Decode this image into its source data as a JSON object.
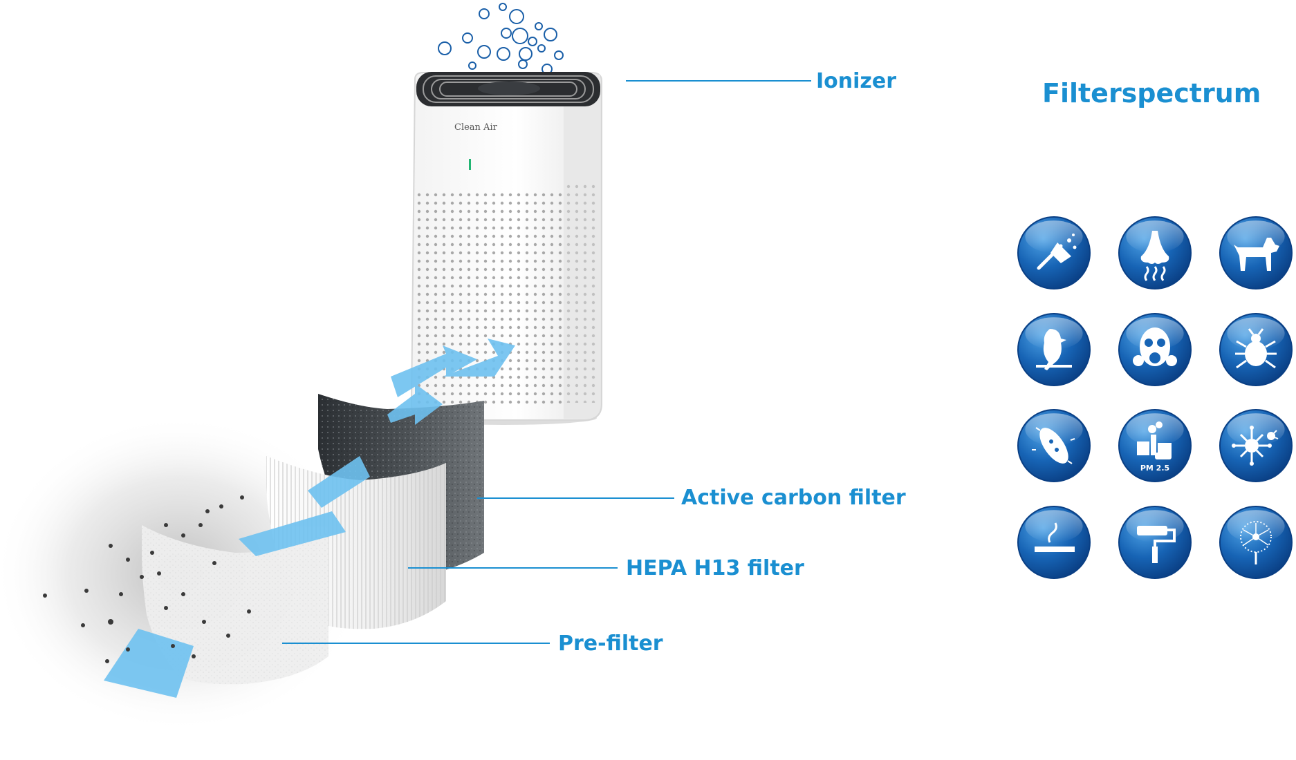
{
  "labels": {
    "ionizer": "Ionizer",
    "active_carbon": "Active carbon filter",
    "hepa": "HEPA H13 filter",
    "prefilter": "Pre-filter"
  },
  "heading": "Filterspectrum",
  "device": {
    "brand": "Clean Air"
  },
  "colors": {
    "accent": "#1a8fd1",
    "icon_dark": "#0a4e9b",
    "icon_light": "#3a8fd8",
    "airflow": "#6ec1f0"
  },
  "filter_icons": [
    {
      "name": "dust-icon"
    },
    {
      "name": "odor-icon"
    },
    {
      "name": "pet-hair-icon"
    },
    {
      "name": "bird-icon"
    },
    {
      "name": "gas-mask-icon"
    },
    {
      "name": "mite-icon"
    },
    {
      "name": "bacteria-icon"
    },
    {
      "name": "pm25-icon",
      "text": "PM 2.5"
    },
    {
      "name": "virus-icon"
    },
    {
      "name": "smoke-icon"
    },
    {
      "name": "paint-roller-icon"
    },
    {
      "name": "pollen-icon"
    }
  ]
}
